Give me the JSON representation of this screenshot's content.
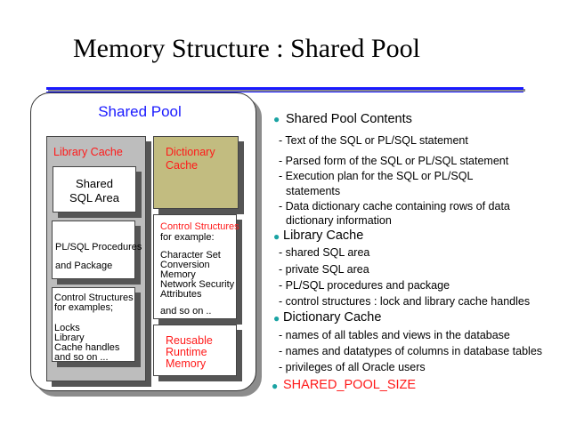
{
  "title": "Memory Structure : Shared Pool",
  "diagram": {
    "pool_title": "Shared Pool",
    "library_cache": "Library Cache",
    "dictionary_cache": [
      "Dictionary",
      "Cache"
    ],
    "shared_sql_area": [
      "Shared",
      "SQL Area"
    ],
    "plsql_box": {
      "line1": "PL/SQL Procedures",
      "line2": "and Package"
    },
    "control_left": {
      "head": [
        "Control Structures",
        "for examples;"
      ],
      "items": [
        "Locks",
        "Library",
        "Cache handles",
        "and so on ..."
      ]
    },
    "control_right": {
      "head": "Control Structures",
      "sub": "for example:",
      "items": [
        "Character Set",
        "Conversion",
        "Memory",
        "Network  Security",
        "Attributes"
      ],
      "tail": "and so on .."
    },
    "reusable": [
      "Reusable",
      "Runtime",
      "Memory"
    ]
  },
  "notes": {
    "shared_pool_contents": {
      "heading": "Shared Pool Contents",
      "items": [
        "- Text of the SQL or PL/SQL statement",
        "- Parsed form of the SQL or PL/SQL statement",
        "- Execution plan for  the SQL or PL/SQL",
        "statements",
        "- Data dictionary cache containing rows of data",
        "dictionary information"
      ]
    },
    "library_cache": {
      "heading": "Library Cache",
      "items": [
        "- shared SQL area",
        "- private SQL area",
        "- PL/SQL procedures and package",
        "- control structures : lock and library cache handles"
      ]
    },
    "dictionary_cache": {
      "heading": "Dictionary Cache",
      "items": [
        "- names of all tables and views in the database",
        "- names and datatypes of columns in database tables",
        "- privileges of all Oracle users"
      ]
    },
    "param": "SHARED_POOL_SIZE"
  },
  "colors": {
    "accent": "#1a1aff",
    "label_red": "#ff1a1a",
    "bullet": "#1aa3a3",
    "panel_grey": "#bdbdbd",
    "dict_khaki": "#c2bc80"
  },
  "icons": {
    "bullet": "bullet-dot-icon"
  }
}
